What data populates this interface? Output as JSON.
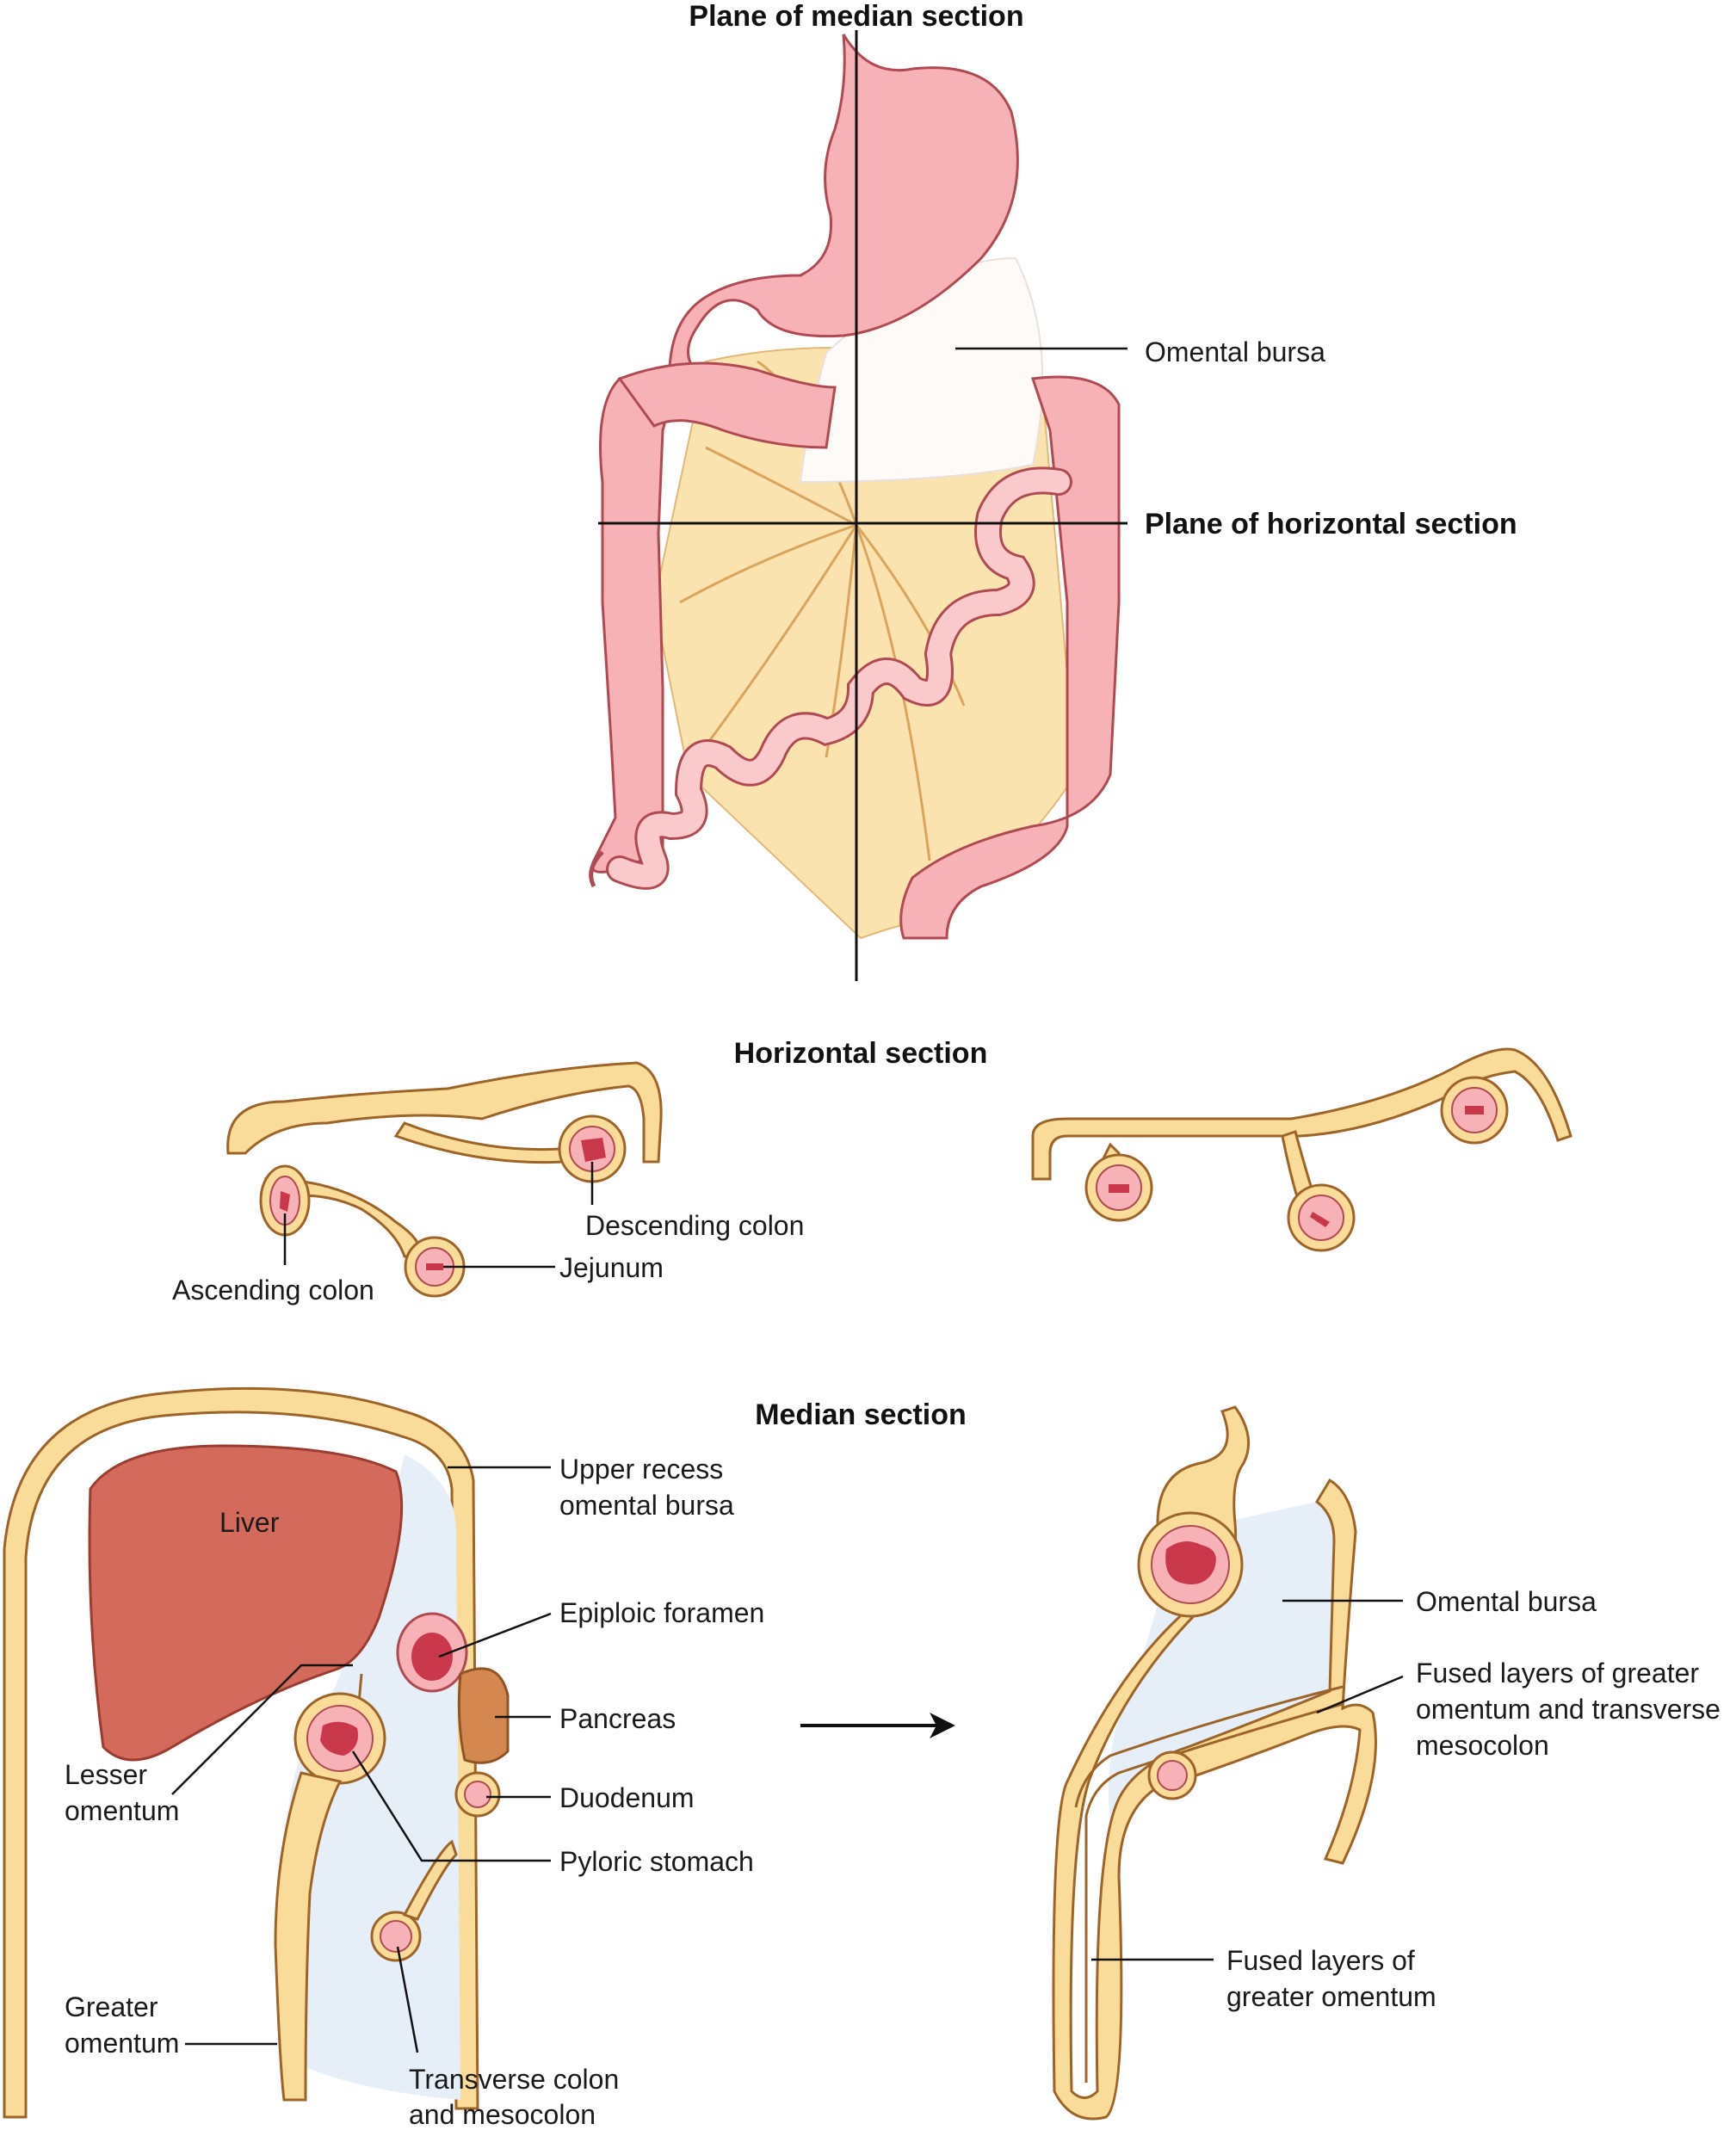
{
  "top": {
    "plane_median_label": "Plane of median section",
    "plane_horizontal_label": "Plane of horizontal section",
    "omental_bursa_label": "Omental bursa"
  },
  "horizontal": {
    "heading": "Horizontal section",
    "descending_colon": "Descending colon",
    "ascending_colon": "Ascending colon",
    "jejunum": "Jejunum"
  },
  "median": {
    "heading": "Median section",
    "liver": "Liver",
    "upper_recess_1": "Upper recess",
    "upper_recess_2": "omental bursa",
    "epiploic_foramen": "Epiploic foramen",
    "pancreas": "Pancreas",
    "duodenum": "Duodenum",
    "pyloric_stomach": "Pyloric stomach",
    "lesser_omentum_1": "Lesser",
    "lesser_omentum_2": "omentum",
    "greater_omentum_1": "Greater",
    "greater_omentum_2": "omentum",
    "transverse_colon_1": "Transverse colon",
    "transverse_colon_2": "and mesocolon",
    "omental_bursa_right": "Omental bursa",
    "fused_gm_tm_1": "Fused layers of greater",
    "fused_gm_tm_2": "omentum and transverse",
    "fused_gm_tm_3": "mesocolon",
    "fused_gm_1": "Fused layers of",
    "fused_gm_2": "greater omentum"
  },
  "colors": {
    "mesentery": "#f9dc9a",
    "gut_wall": "#f6b2b6",
    "lumen": "#c8384a",
    "liver": "#d46a5c",
    "pancreas": "#d4874e",
    "bursa_space": "#e6eef8"
  }
}
